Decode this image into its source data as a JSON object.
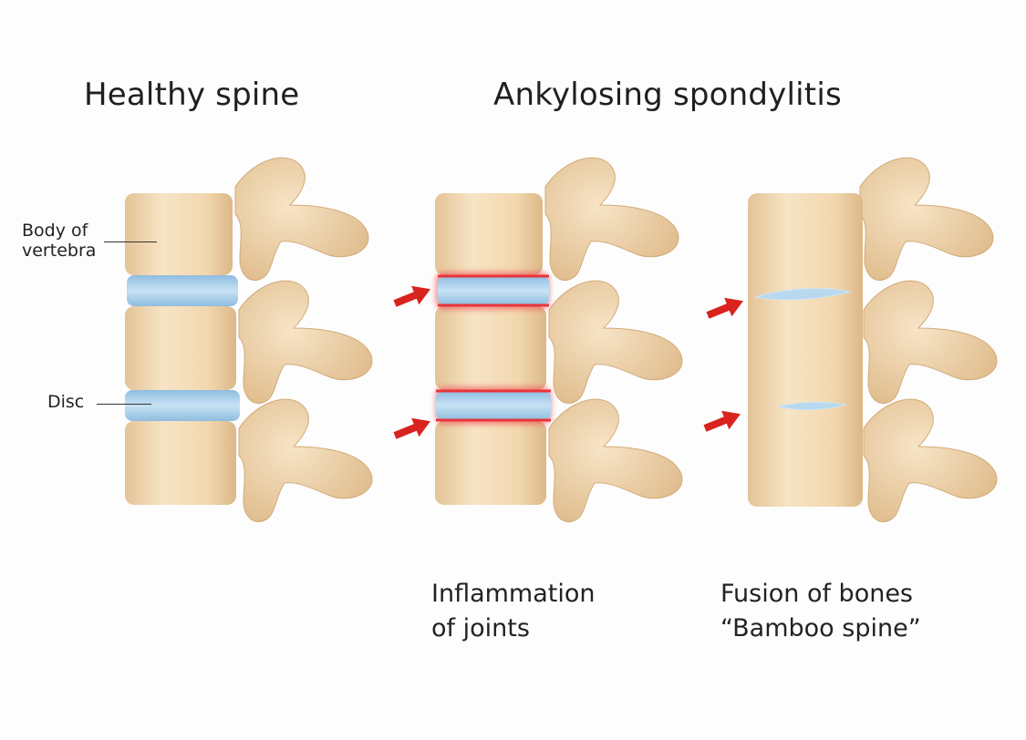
{
  "titles": {
    "healthy": "Healthy spine",
    "disease": "Ankylosing spondylitis"
  },
  "labels": {
    "body_line1": "Body of",
    "body_line2": "vertebra",
    "disc": "Disc"
  },
  "captions": {
    "inflammation_line1": "Inflammation",
    "inflammation_line2": "of joints",
    "fusion_line1": "Fusion of bones",
    "fusion_line2": "“Bamboo spine”"
  },
  "colors": {
    "bone": "#f4dcb6",
    "bone_shade": "#e2bd8c",
    "disc": "#a9cfe9",
    "inflammation": "#e8343a",
    "arrow": "#d8231f"
  }
}
